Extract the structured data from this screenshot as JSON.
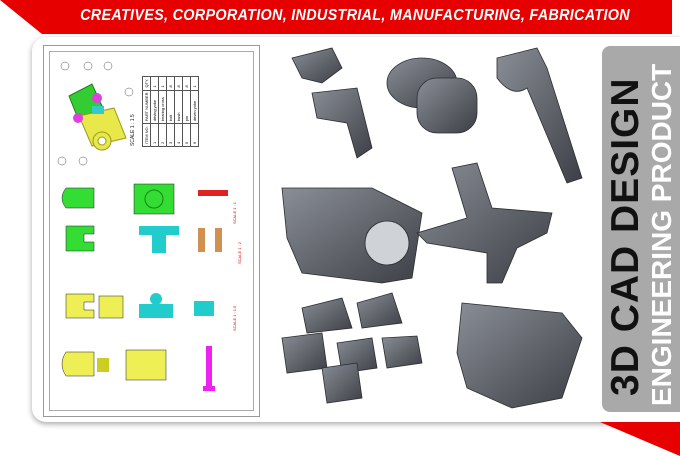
{
  "banner": {
    "text": "CREATIVES, CORPORATION, INDUSTRIAL, MANUFACTURING, FABRICATION",
    "color": "#e60000"
  },
  "side_panel": {
    "title": "3D CAD DESIGN",
    "subtitle": "ENGINEERING PRODUCT",
    "background": "#a9a9a9"
  },
  "drawing": {
    "scale_label": "SCALE 1 : 1.5",
    "parts_table": {
      "headers": [
        "ITEM NO.",
        "PART NUMBER",
        "QTY."
      ],
      "rows": [
        [
          "1",
          "driving yoke",
          "1"
        ],
        [
          "2",
          "bearing cross",
          "1"
        ],
        [
          "3",
          "bolt",
          "8"
        ],
        [
          "4",
          "bush",
          "8"
        ],
        [
          "5",
          "pin",
          "8"
        ],
        [
          "6",
          "driven yoke",
          "1"
        ]
      ]
    },
    "view_labels": [
      "SCALE 1 : 1",
      "SCALE 1 : 2",
      "SCALE 1 : 1.5"
    ]
  }
}
